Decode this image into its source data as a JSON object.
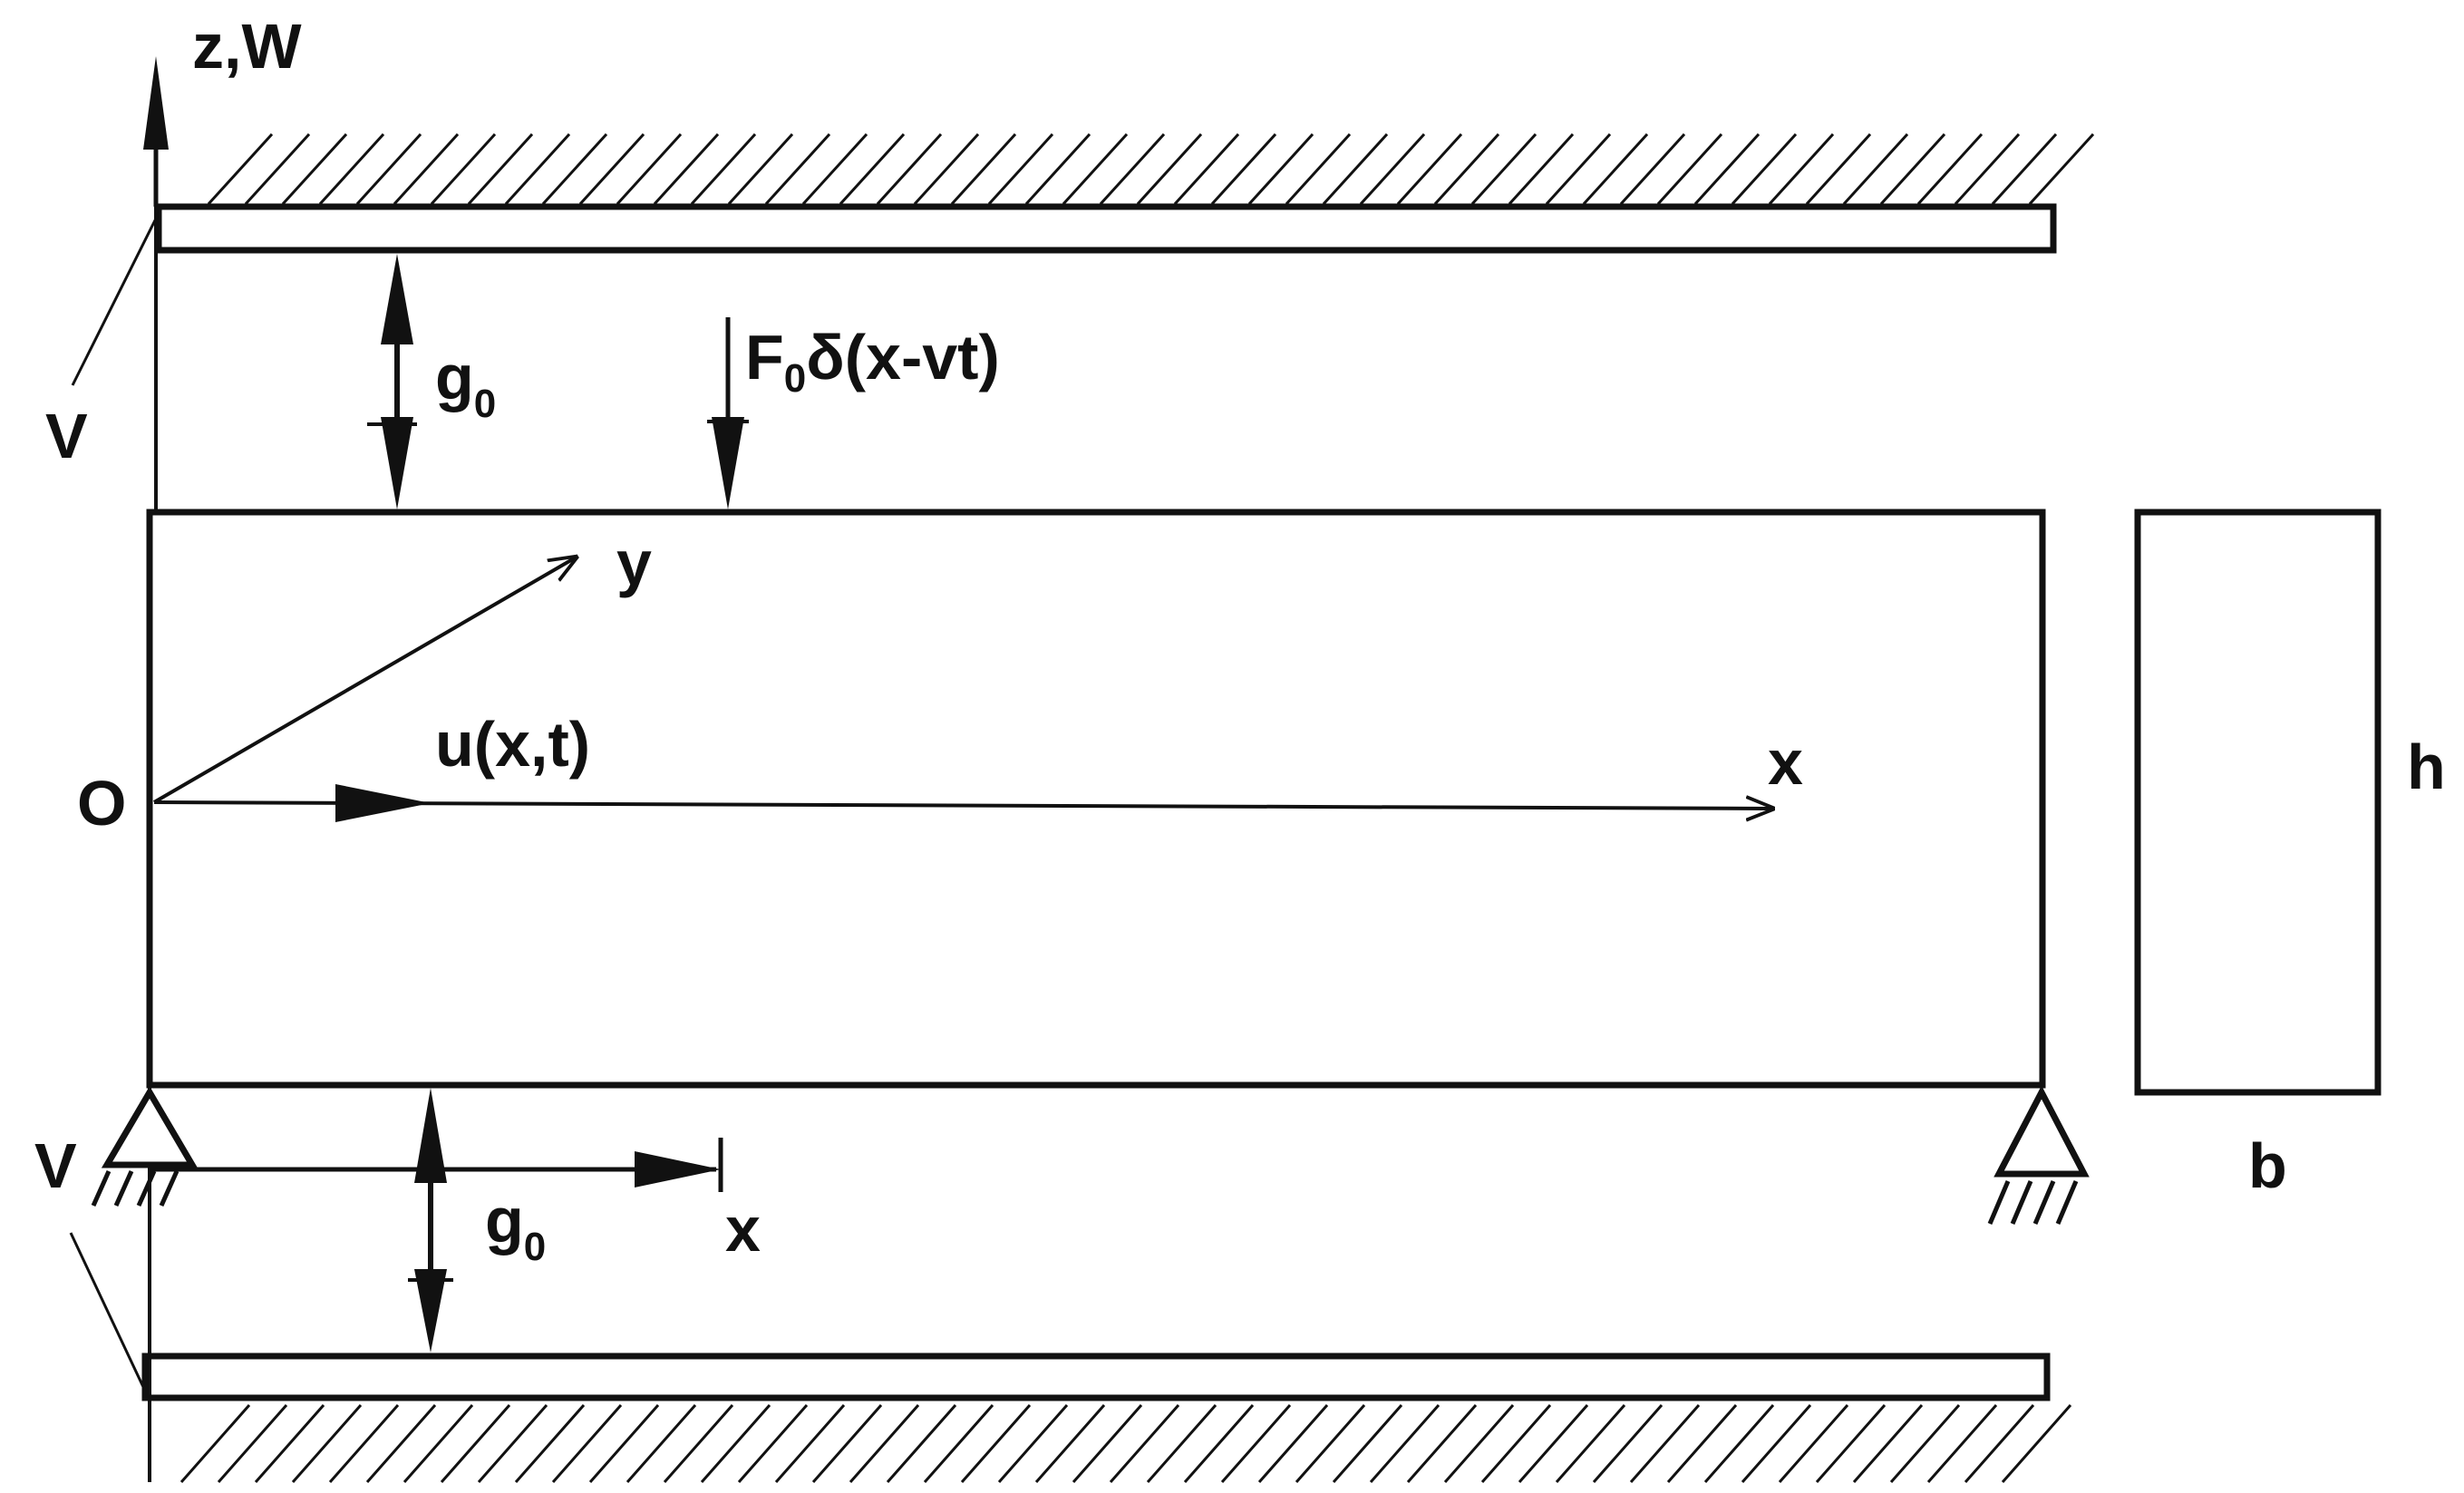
{
  "labels": {
    "z_w_axis": "z,W",
    "v_upper": "V",
    "gap_upper": "g",
    "gap_upper_sub": "0",
    "load_F": "F",
    "load_sub": "0",
    "load_rest": "δ(x-vt)",
    "y_axis": "y",
    "origin": "O",
    "displacement": "u(x,t)",
    "x_axis": "x",
    "height": "h",
    "width": "b",
    "v_lower": "V",
    "gap_lower": "g",
    "gap_lower_sub": "0",
    "x_axis_lower": "x"
  },
  "colors": {
    "ink": "#111111",
    "background": "#ffffff"
  }
}
